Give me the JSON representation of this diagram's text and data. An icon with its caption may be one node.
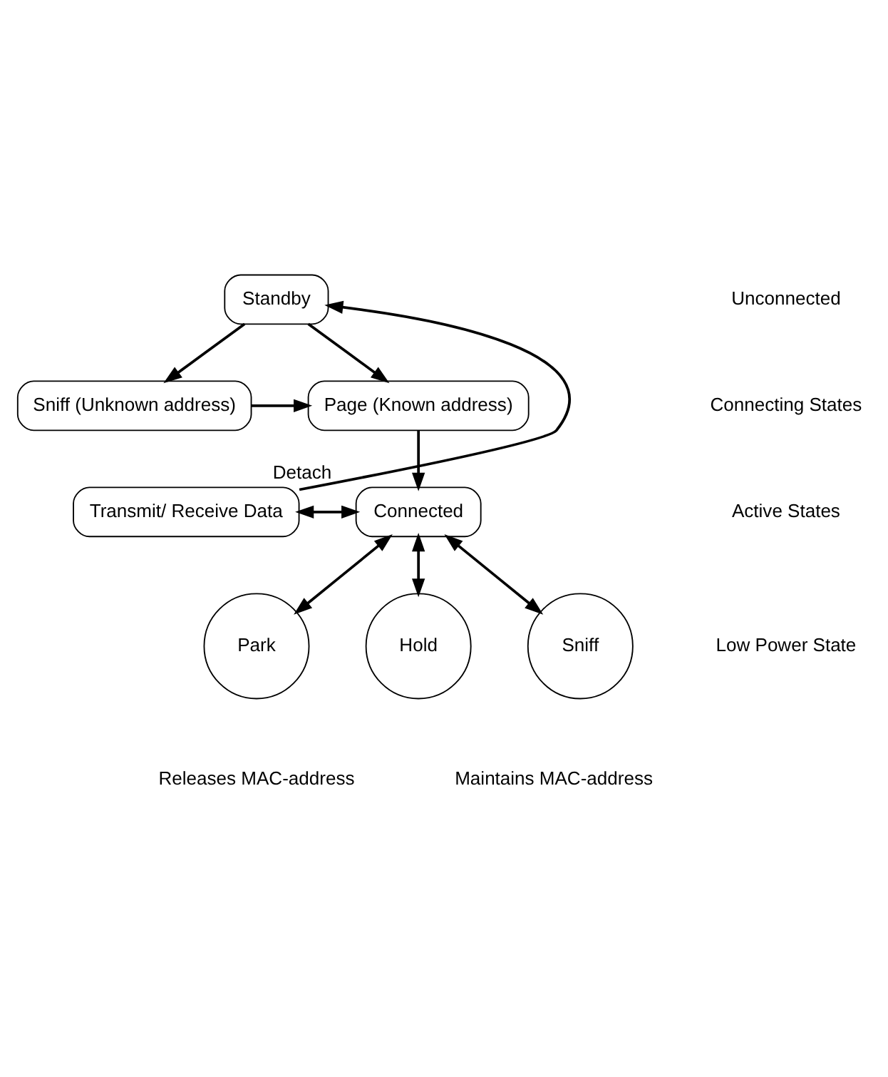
{
  "diagram": {
    "nodes": [
      {
        "text": [
          "Standby"
        ]
      },
      {
        "text": [
          "Sniff (Unknown address)"
        ]
      },
      {
        "text": [
          "Page (Known address)"
        ]
      },
      {
        "text": [
          "Transmit/ Receive Data"
        ]
      },
      {
        "text": [
          "Connected"
        ]
      },
      {
        "text": [
          "Park"
        ],
        "beside": [
          "Releases MAC-address"
        ]
      },
      {
        "text": [
          "Hold"
        ]
      },
      {
        "text": [
          "Sniff"
        ]
      }
    ],
    "edges": [
      {
        "from": 0,
        "to": 1,
        "arrow": "to"
      },
      {
        "from": 0,
        "to": 2,
        "arrow": "to"
      },
      {
        "from": 1,
        "to": 2,
        "arrow": "to"
      },
      {
        "from": 2,
        "to": 4,
        "arrow": "to"
      },
      {
        "from": 3,
        "to": 4,
        "arrow": "both"
      },
      {
        "from": 4,
        "to": 5,
        "arrow": "both"
      },
      {
        "from": 4,
        "to": 6,
        "arrow": "both"
      },
      {
        "from": 4,
        "to": 7,
        "arrow": "both"
      },
      {
        "from": 3,
        "to": 0,
        "arrow": "to",
        "label": "Detach"
      }
    ],
    "labels": [
      "Unconnected",
      "Connecting States",
      "Active States",
      "Low Power State",
      "Maintains MAC-address"
    ]
  }
}
